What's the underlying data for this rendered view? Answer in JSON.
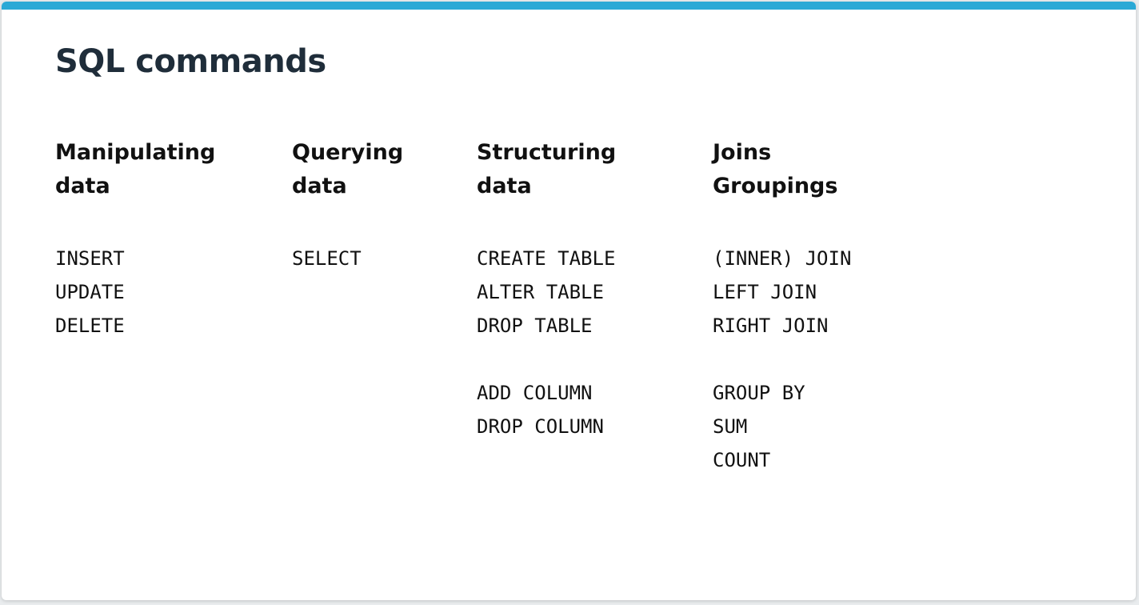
{
  "slide": {
    "title": "SQL commands",
    "columns": [
      {
        "heading_line1": "Manipulating",
        "heading_line2": "data",
        "commands": [
          "INSERT",
          "UPDATE",
          "DELETE"
        ]
      },
      {
        "heading_line1": "Querying",
        "heading_line2": "data",
        "commands": [
          "SELECT"
        ]
      },
      {
        "heading_line1": "Structuring",
        "heading_line2": "data",
        "commands": [
          "CREATE TABLE",
          "ALTER TABLE",
          "DROP TABLE"
        ],
        "extra_commands": [
          "ADD COLUMN",
          "DROP COLUMN"
        ]
      },
      {
        "heading_line1": "Joins",
        "heading_line2": "Groupings",
        "commands": [
          "(INNER) JOIN",
          "LEFT JOIN",
          "RIGHT JOIN"
        ],
        "extra_commands": [
          "GROUP BY",
          "SUM",
          "COUNT"
        ]
      }
    ],
    "colors": {
      "accent": "#2aa9d6",
      "title": "#1f2d3a",
      "text": "#111111"
    }
  }
}
